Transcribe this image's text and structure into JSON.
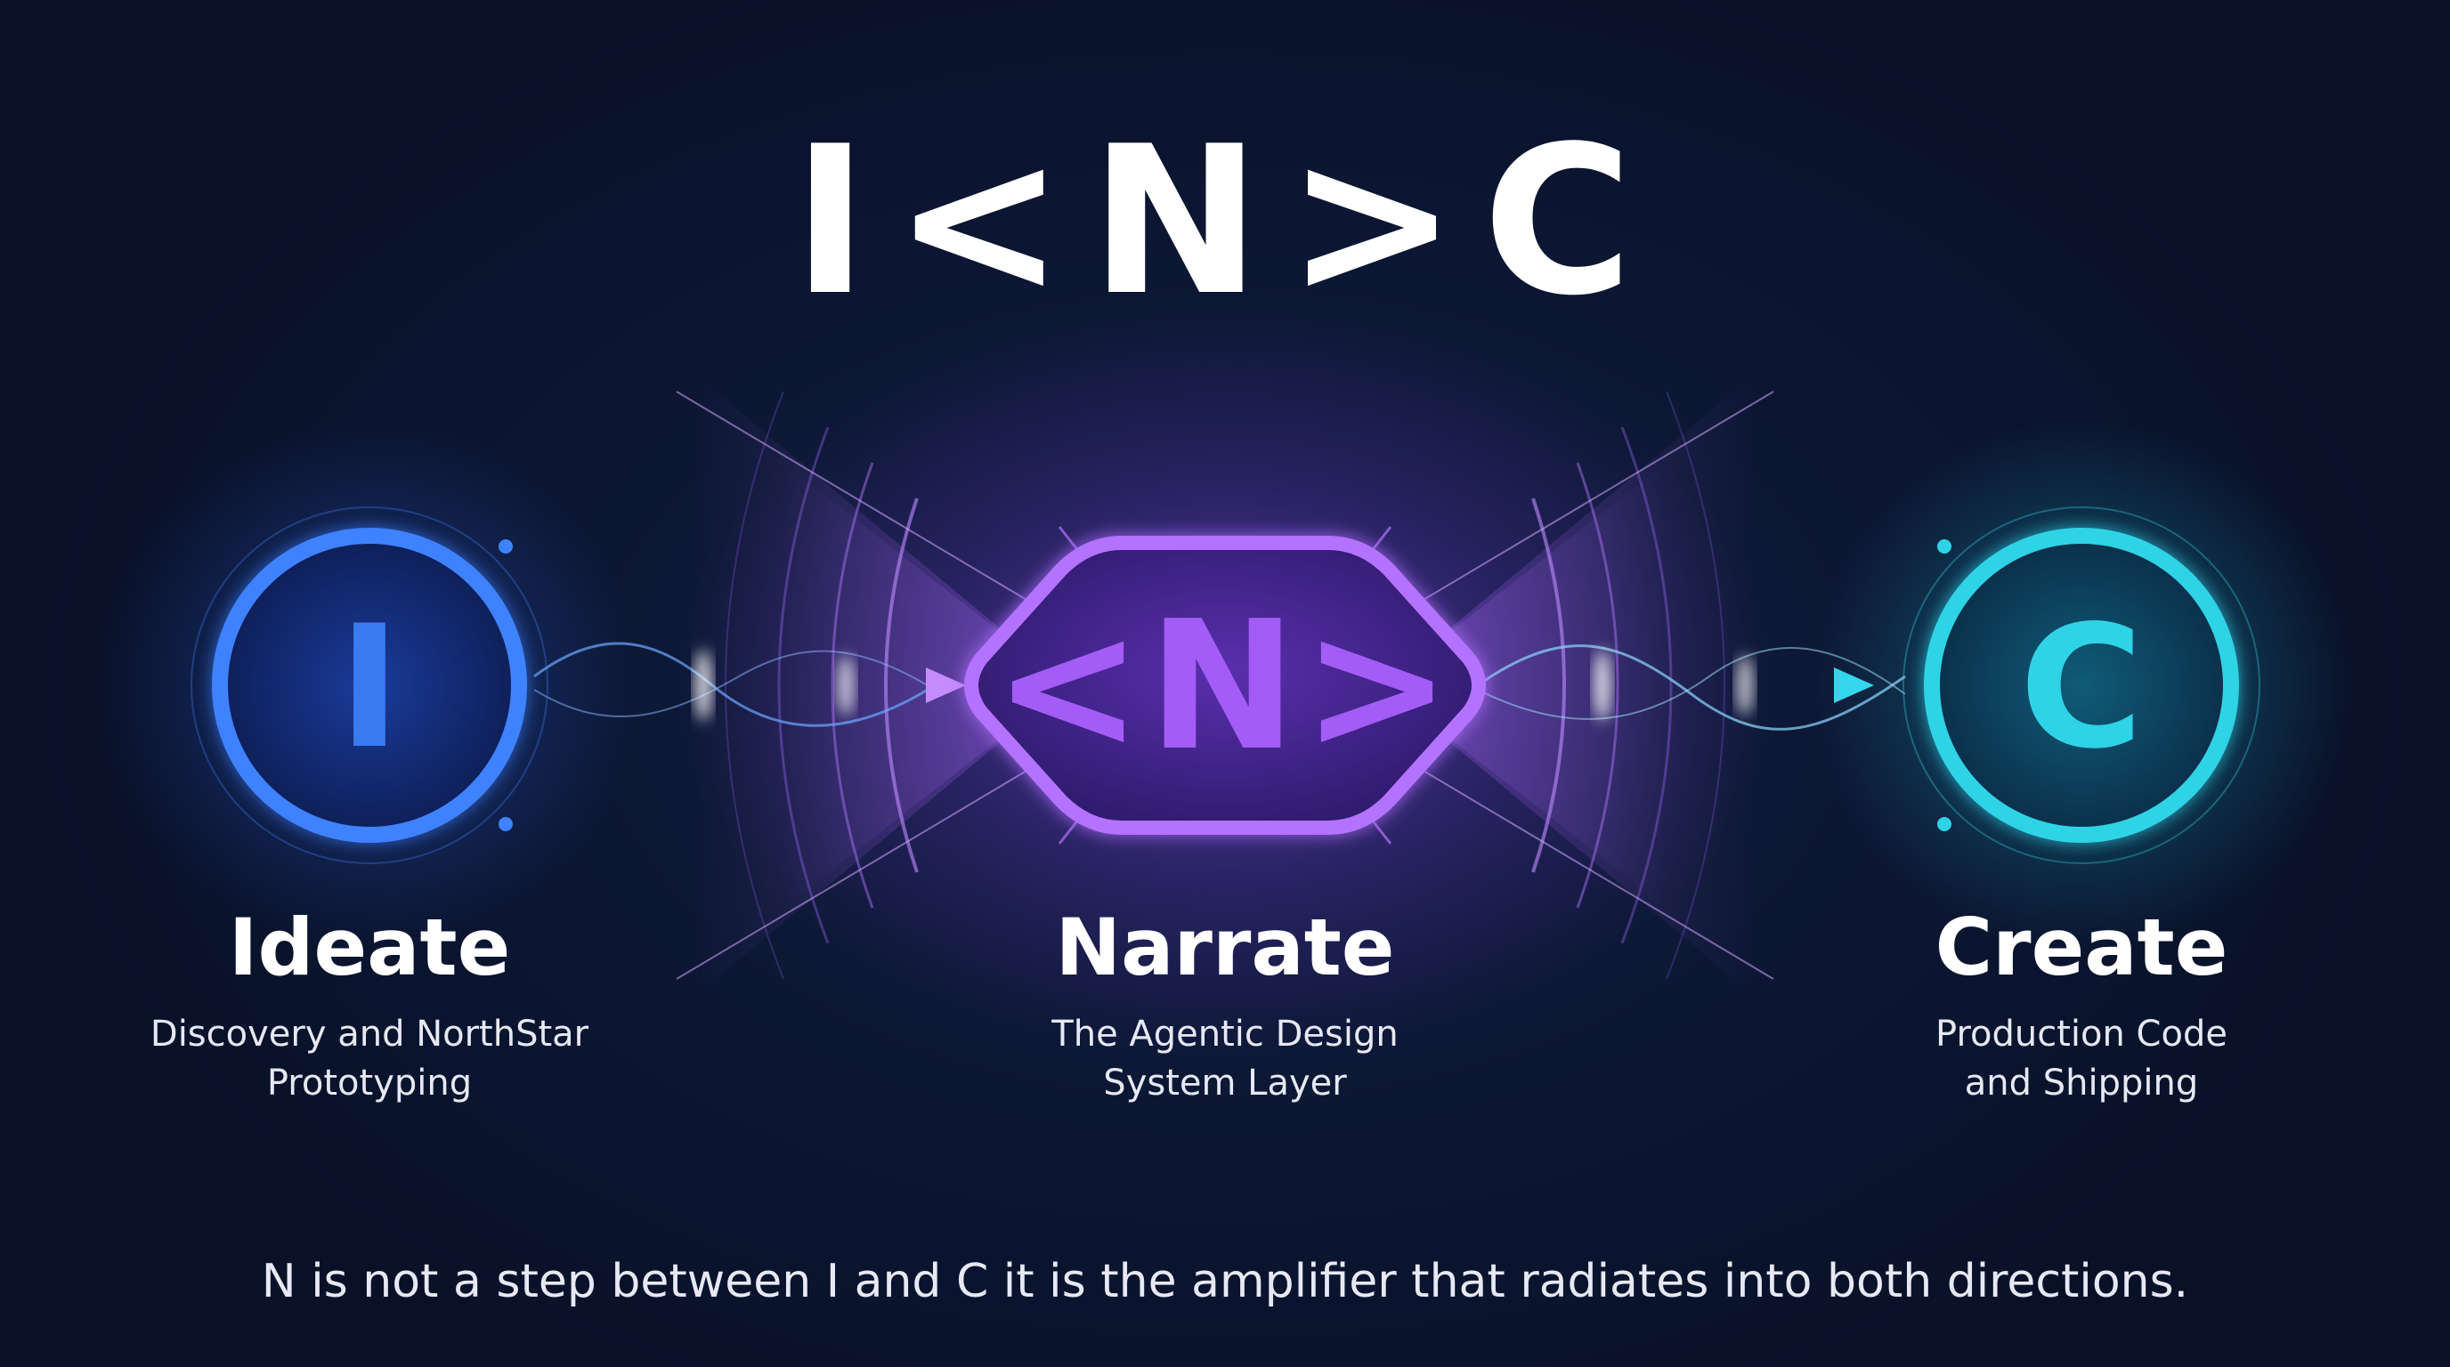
{
  "title": "I<N>C",
  "stages": [
    {
      "letter": "I",
      "name": "Ideate",
      "description_lines": [
        "Discovery and NorthStar",
        "Prototyping"
      ],
      "color": "#3b7bf2"
    },
    {
      "letter": "<N>",
      "name": "Narrate",
      "description_lines": [
        "The Agentic Design",
        "System Layer"
      ],
      "color": "#a35cf5"
    },
    {
      "letter": "C",
      "name": "Create",
      "description_lines": [
        "Production Code",
        "and Shipping"
      ],
      "color": "#2fd3e6"
    }
  ],
  "footer": "N is not a step between I and C it is the amplifier that radiates into both directions.",
  "colors": {
    "background": "#0b1530",
    "ideate": "#3b7bf2",
    "narrate": "#a35cf5",
    "create": "#2fd3e6"
  }
}
